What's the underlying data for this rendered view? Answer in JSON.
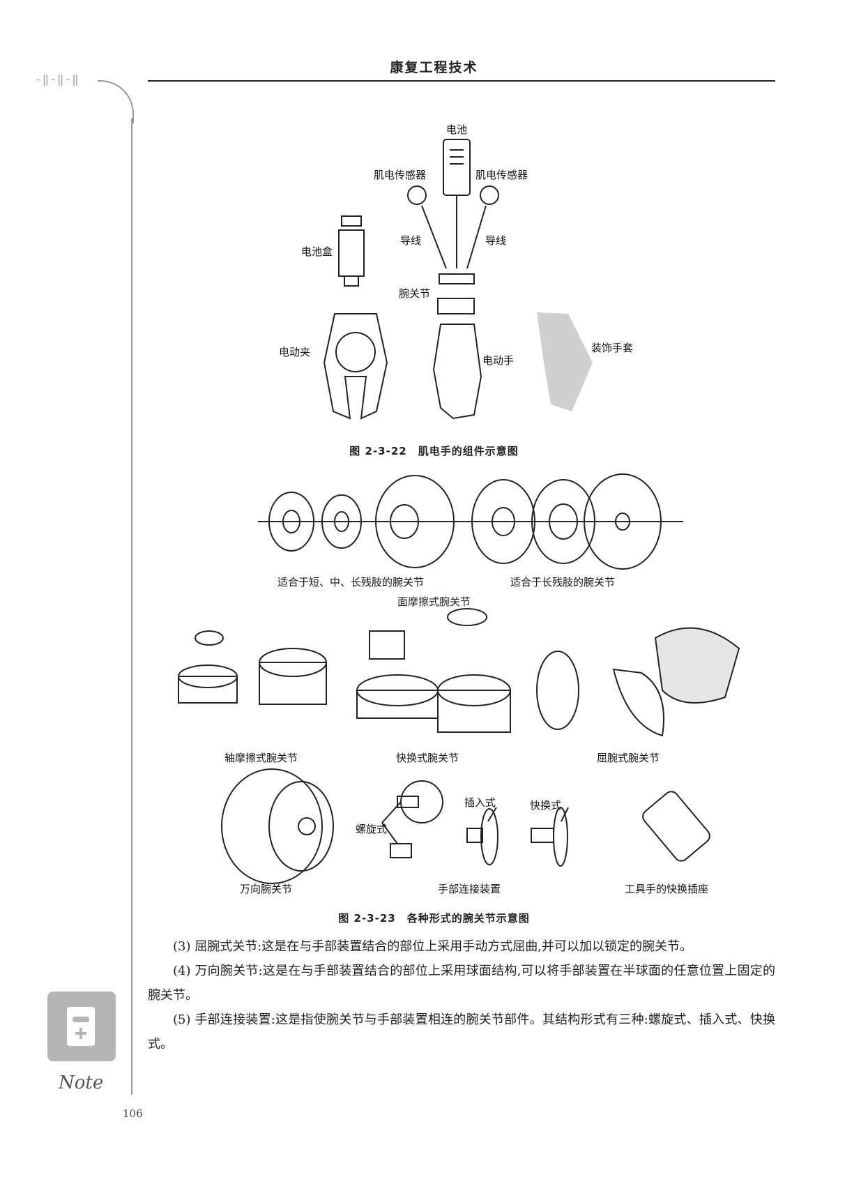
{
  "header": {
    "title": "康复工程技术",
    "margin_ticks": "-‖-‖-‖"
  },
  "figure1": {
    "labels": {
      "battery": "电池",
      "sensor_left": "肌电传感器",
      "sensor_right": "肌电传感器",
      "battery_box": "电池盒",
      "wire_left": "导线",
      "wire_right": "导线",
      "wrist_joint": "腕关节",
      "electric_clamp": "电动夹",
      "electric_hand": "电动手",
      "cosmetic_glove": "装饰手套"
    },
    "caption": "图 2-3-22　肌电手的组件示意图"
  },
  "figure2": {
    "labels": {
      "short_mid_long": "适合于短、中、长残肢的腕关节",
      "long_only": "适合于长残肢的腕关节",
      "face_friction": "面摩擦式腕关节",
      "axial_friction": "轴摩擦式腕关节",
      "quick_change": "快换式腕关节",
      "flexion": "屈腕式腕关节",
      "universal": "万向腕关节",
      "hand_connector": "手部连接装置",
      "tool_socket": "工具手的快换插座",
      "insert_type": "插入式",
      "quick_type": "快换式",
      "screw_type": "螺旋式"
    },
    "caption": "图 2-3-23　各种形式的腕关节示意图"
  },
  "body": {
    "paragraphs": [
      "(3) 屈腕式关节:这是在与手部装置结合的部位上采用手动方式屈曲,并可以加以锁定的腕关节。",
      "(4) 万向腕关节:这是在与手部装置结合的部位上采用球面结构,可以将手部装置在半球面的任意位置上固定的腕关节。",
      "(5) 手部连接装置:这是指使腕关节与手部装置相连的腕关节部件。其结构形式有三种:螺旋式、插入式、快换式。"
    ]
  },
  "sidebar": {
    "note": "Note"
  },
  "footer": {
    "page_number": "106"
  }
}
